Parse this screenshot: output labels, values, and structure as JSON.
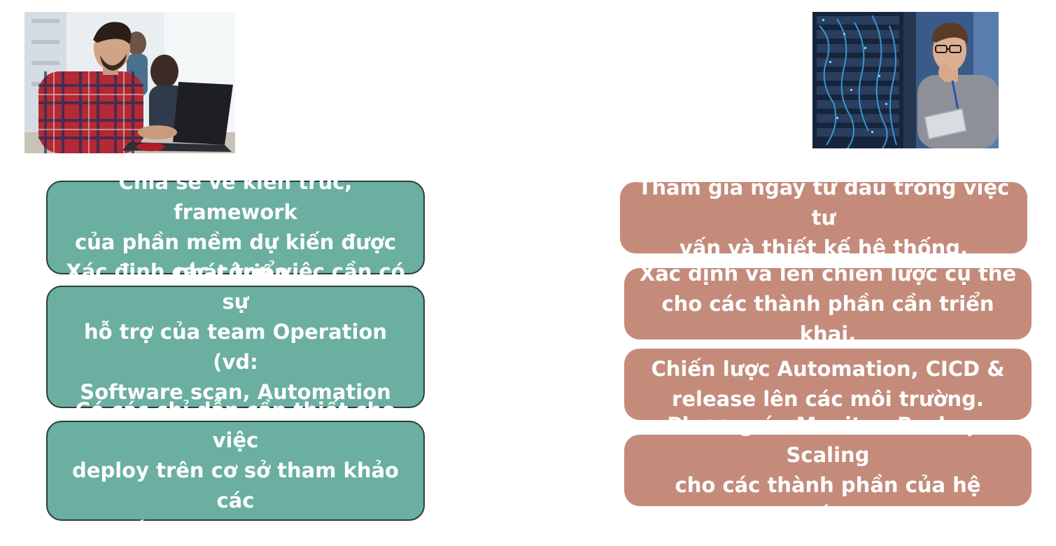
{
  "left_column": {
    "image": "developer-at-laptop-photo",
    "items": [
      "Chia sẻ về kiến trúc, framework\ncủa phần mềm dự kiến được\nphát triển.",
      "Xác định các công việc cần có sự\nhỗ trợ của team Operation (vd:\nSoftware scan, Automation test)",
      "Có các chỉ dẫn cần thiết cho việc\ndeploy trên cơ sở tham khảo các\ntư vấn từ team Operation."
    ]
  },
  "right_column": {
    "image": "engineer-at-server-rack-photo",
    "items": [
      "Tham gia ngay từ đầu trong việc tư\nvấn và thiết kế hệ thống.",
      "Xác định và lên chiến lược cụ thể\ncho các thành phần cần triển khai.",
      "Chiến lược Automation, CICD &\nrelease lên các môi trường.",
      "Phương án Monitor, Backup, Scaling\ncho các thành phần của hệ thống."
    ]
  },
  "colors": {
    "dev_box": "#6aaf9f",
    "dev_border": "#2b3f3a",
    "ops_box": "#c48b7b",
    "text": "#ffffff"
  }
}
